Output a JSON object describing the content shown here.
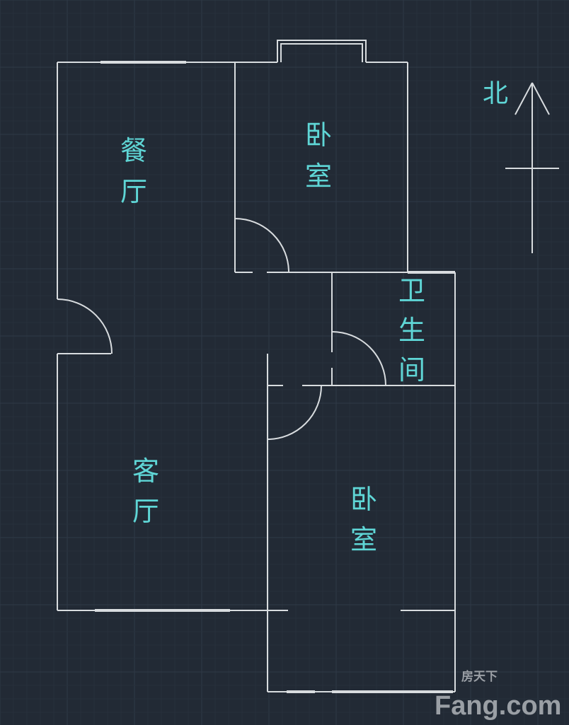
{
  "rooms": {
    "dining": [
      "餐",
      "厅"
    ],
    "bedroom_north": [
      "卧",
      "室"
    ],
    "bathroom": [
      "卫",
      "生",
      "间"
    ],
    "living": [
      "客",
      "厅"
    ],
    "bedroom_south": [
      "卧",
      "室"
    ]
  },
  "compass": {
    "label": "北"
  },
  "watermark": {
    "cn": "房天下",
    "en": "Fang.com"
  },
  "colors": {
    "background": "#222a35",
    "wall": "#d8dcdf",
    "label": "#5fd6d6"
  }
}
